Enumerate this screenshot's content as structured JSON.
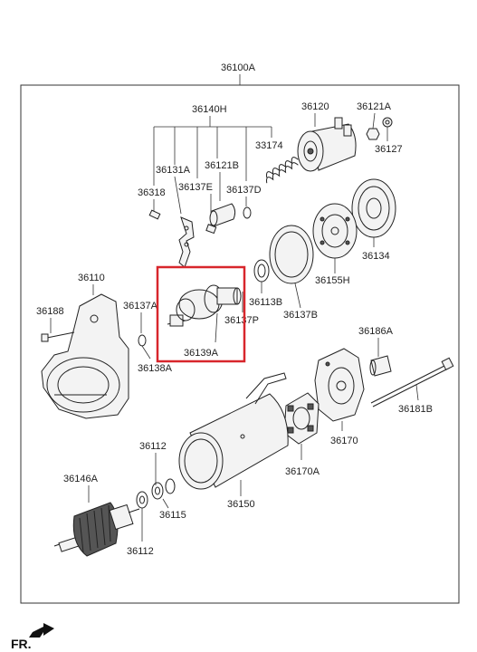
{
  "callouts": {
    "c36100A": "36100A",
    "c36140H": "36140H",
    "c36120": "36120",
    "c36121A": "36121A",
    "c36127": "36127",
    "c33174": "33174",
    "c36131A": "36131A",
    "c36121B": "36121B",
    "c36318": "36318",
    "c36137E": "36137E",
    "c36137D": "36137D",
    "c36134": "36134",
    "c36110": "36110",
    "c36155H": "36155H",
    "c36137A": "36137A",
    "c36113B": "36113B",
    "c36188": "36188",
    "c36137P": "36137P",
    "c36137B": "36137B",
    "c36139A": "36139A",
    "c36186A": "36186A",
    "c36138A": "36138A",
    "c36181B": "36181B",
    "c36170": "36170",
    "c36112a": "36112",
    "c36146A": "36146A",
    "c36170A": "36170A",
    "c36150": "36150",
    "c36115": "36115",
    "c36112b": "36112"
  },
  "footer": {
    "direction_label": "FR."
  },
  "colors": {
    "highlight": "#d8262c",
    "line": "#222222",
    "background": "#ffffff"
  }
}
